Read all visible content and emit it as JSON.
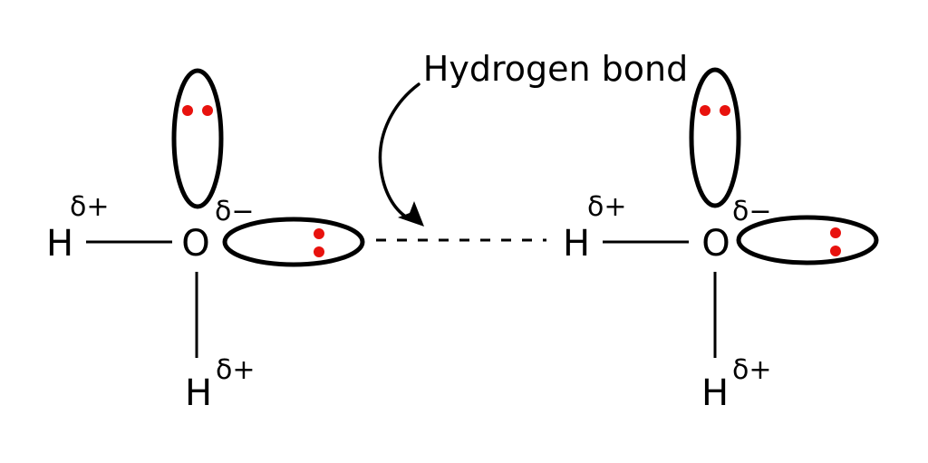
{
  "diagram": {
    "type": "chemistry-structure",
    "title": "Hydrogen bond",
    "background_color": "#ffffff",
    "ink_color": "#000000",
    "electron_color": "#e8120e",
    "hydrogen_bond": {
      "label": "Hydrogen bond",
      "style": "dashed-line"
    },
    "molecules": [
      {
        "id": "left-water",
        "oxygen": "O",
        "hydrogen_side": "H",
        "hydrogen_bottom": "H",
        "delta_plus_side": "δ+",
        "delta_minus": "δ−",
        "delta_plus_bottom": "δ+",
        "lone_pair_ellipses": 2,
        "electron_dots_per_pair": 2
      },
      {
        "id": "right-water",
        "oxygen": "O",
        "hydrogen_side": "H",
        "hydrogen_bottom": "H",
        "delta_plus_side": "δ+",
        "delta_minus": "δ−",
        "delta_plus_bottom": "δ+",
        "lone_pair_ellipses": 2,
        "electron_dots_per_pair": 2
      }
    ]
  }
}
